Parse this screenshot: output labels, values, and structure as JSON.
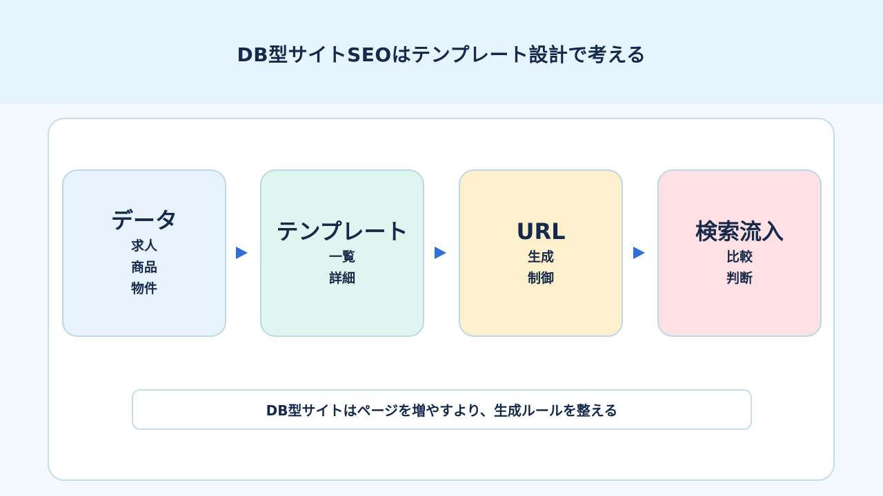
{
  "title": "DB型サイトSEOはテンプレート設計で考える",
  "steps": [
    {
      "title": "データ",
      "items": [
        "求人",
        "商品",
        "物件"
      ],
      "color": "#e8f3fd"
    },
    {
      "title": "テンプレート",
      "items": [
        "一覧",
        "詳細"
      ],
      "color": "#def6ef"
    },
    {
      "title": "URL",
      "items": [
        "生成",
        "制御"
      ],
      "color": "#fdf0cc"
    },
    {
      "title": "検索流入",
      "items": [
        "比較",
        "判断"
      ],
      "color": "#fde1e4"
    }
  ],
  "arrow_color": "#2f6fd6",
  "footer": "DB型サイトはページを増やすより、生成ルールを整える"
}
